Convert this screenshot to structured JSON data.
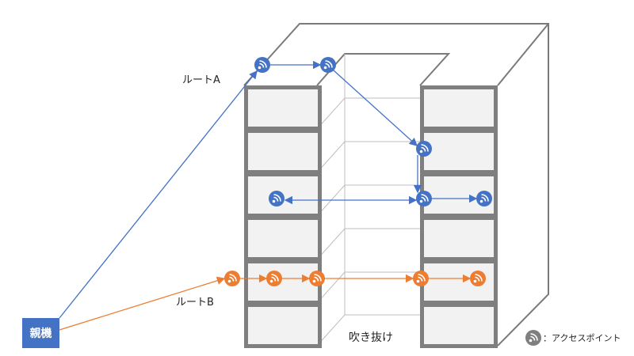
{
  "labels": {
    "route_a": "ルートA",
    "route_b": "ルートB",
    "atrium": "吹き抜け",
    "parent_unit": "親機",
    "legend": "：アクセスポイント"
  },
  "colors": {
    "route_a": "#4472c4",
    "route_b": "#ed7d31",
    "floor_border": "#7f7f7f",
    "floor_fill": "#f2f2f2",
    "parent_fill": "#4472c4"
  }
}
